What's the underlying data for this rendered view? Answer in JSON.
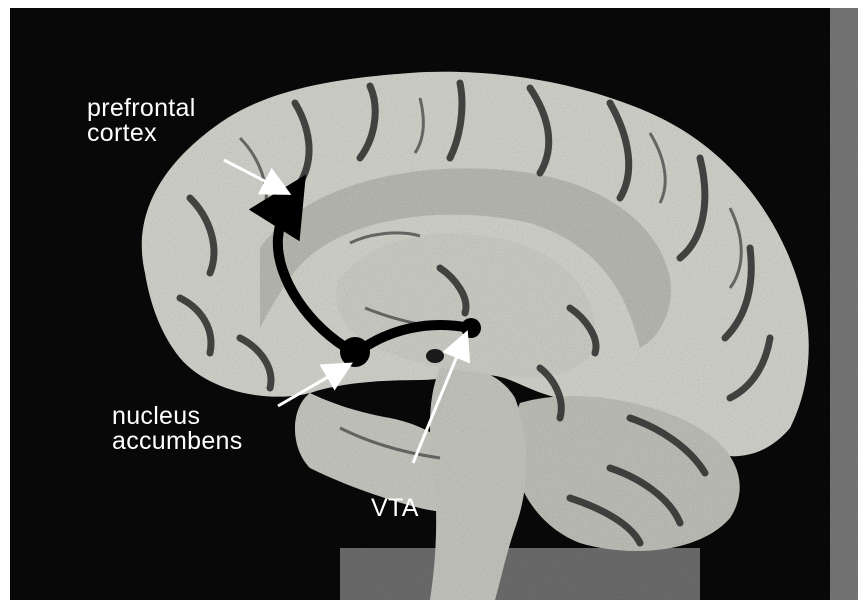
{
  "labels": {
    "prefrontal": [
      "prefrontal",
      "cortex"
    ],
    "accumbens": [
      "nucleus",
      "accumbens"
    ],
    "vta": "VTA"
  },
  "colors": {
    "background": "#080808",
    "brain": "#d2d2cc",
    "pathway": "#000000",
    "label": "#ffffff"
  },
  "icons": {
    "pathway_marker": "filled-circle",
    "pointer": "arrow"
  }
}
